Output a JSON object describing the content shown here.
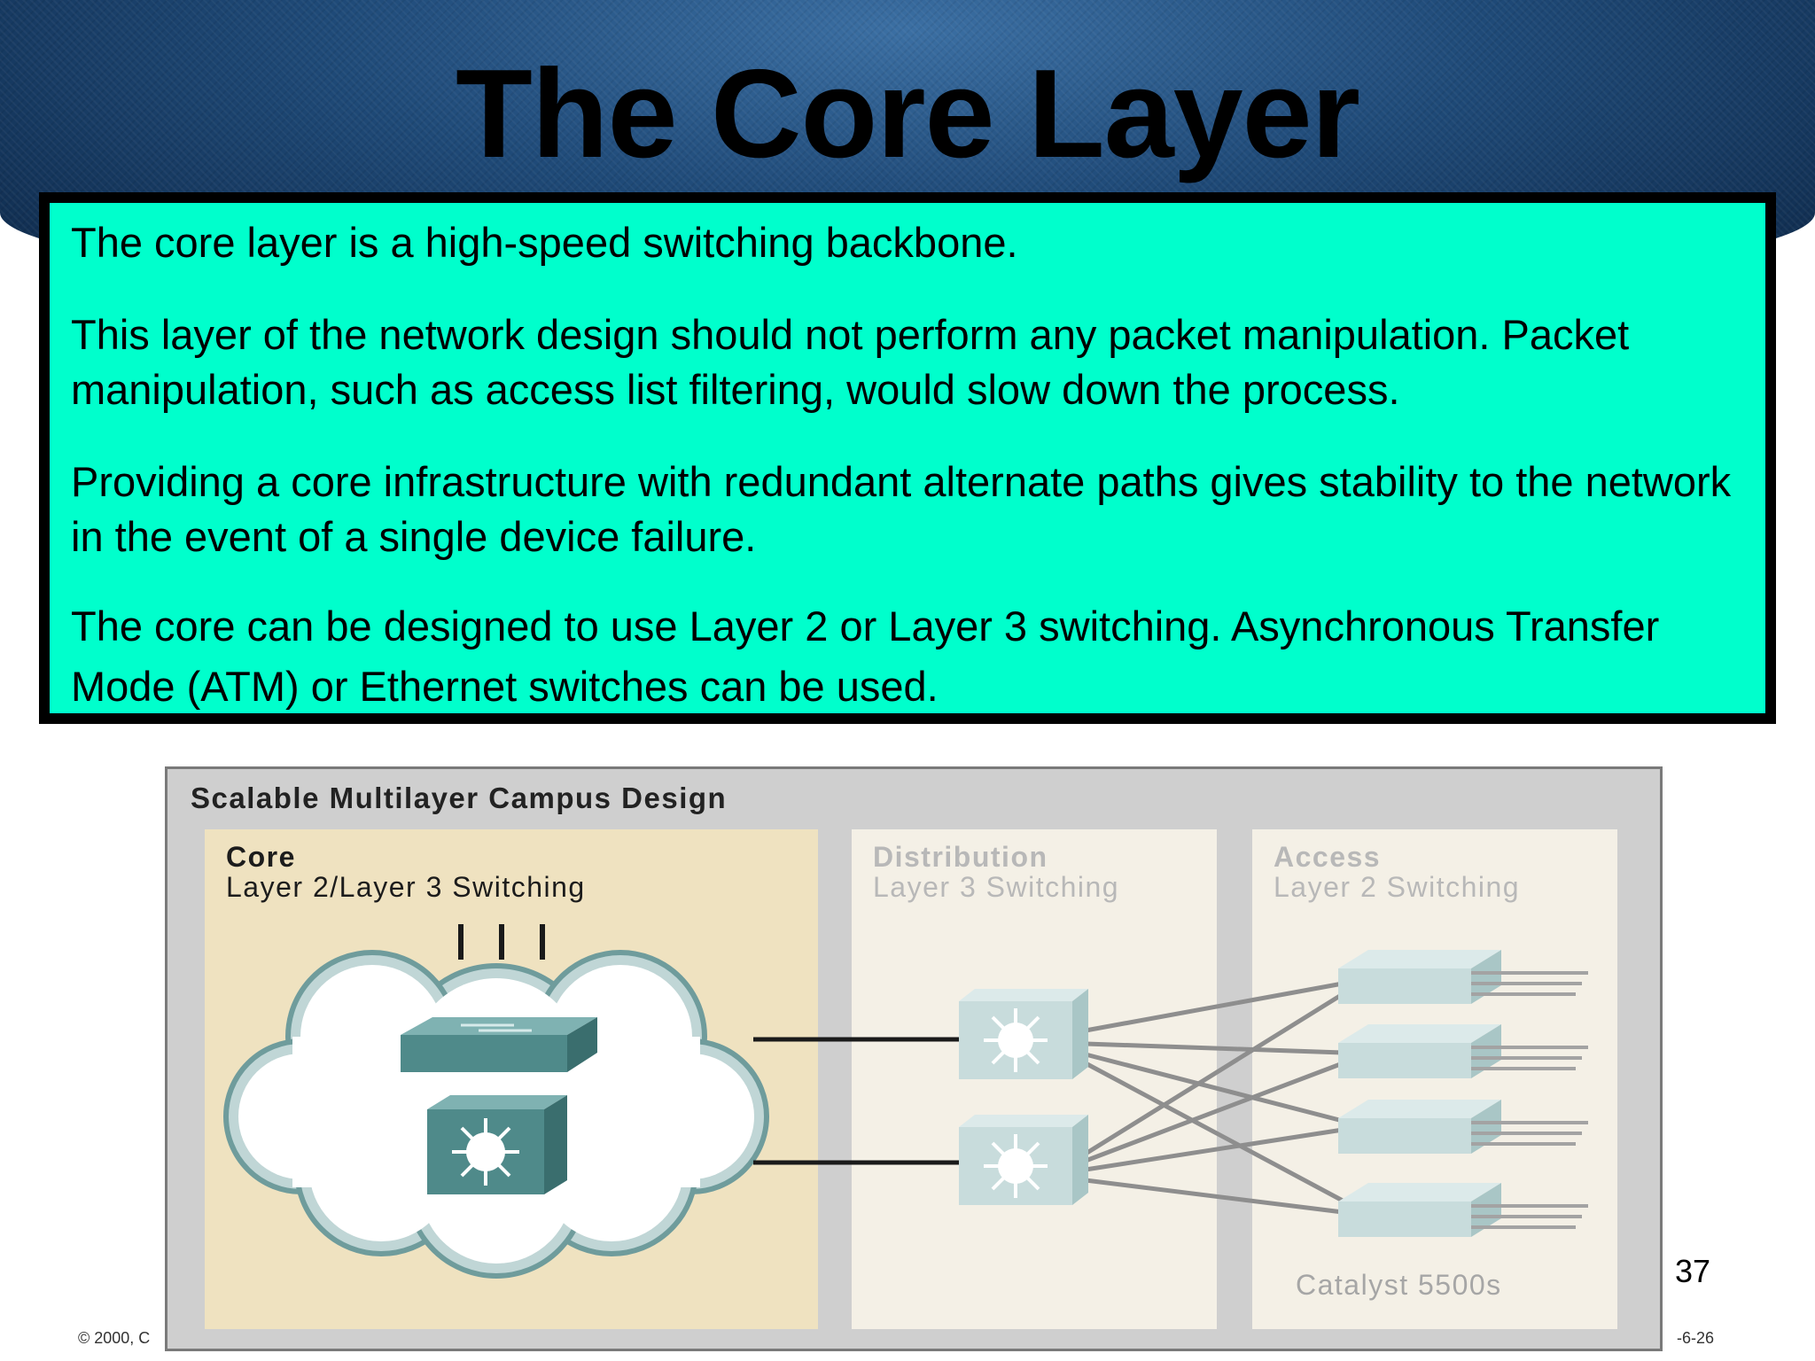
{
  "slide": {
    "title": "The Core Layer",
    "paragraphs": [
      "The core layer is a high-speed switching backbone.",
      "This layer of the network design should not perform any packet manipulation. Packet manipulation, such as access list filtering, would slow down the process.",
      "Providing a core infrastructure with redundant alternate paths gives stability to the network in the event of a single device failure.",
      "The core can be designed to use Layer 2 or Layer 3 switching. Asynchronous Transfer Mode (ATM) or Ethernet switches can be used."
    ],
    "page_number": "37",
    "copyright": "© 2000, C",
    "slide_code": "-6-26"
  },
  "figure": {
    "title": "Scalable Multilayer Campus Design",
    "panels": [
      {
        "name": "Core",
        "subtitle": "Layer 2/Layer 3 Switching"
      },
      {
        "name": "Distribution",
        "subtitle": "Layer 3 Switching"
      },
      {
        "name": "Access",
        "subtitle": "Layer 2 Switching"
      }
    ],
    "access_switch_label": "Catalyst 5500s"
  },
  "colors": {
    "header": "#1f4a78",
    "text_box": "#00ffcc",
    "core_panel": "#efe2c0",
    "side_panels": "#f4f0e6",
    "figure_frame": "#cfcfcf",
    "switch_core": "#4f8a8a",
    "switch_light": "#c8dcdc"
  }
}
